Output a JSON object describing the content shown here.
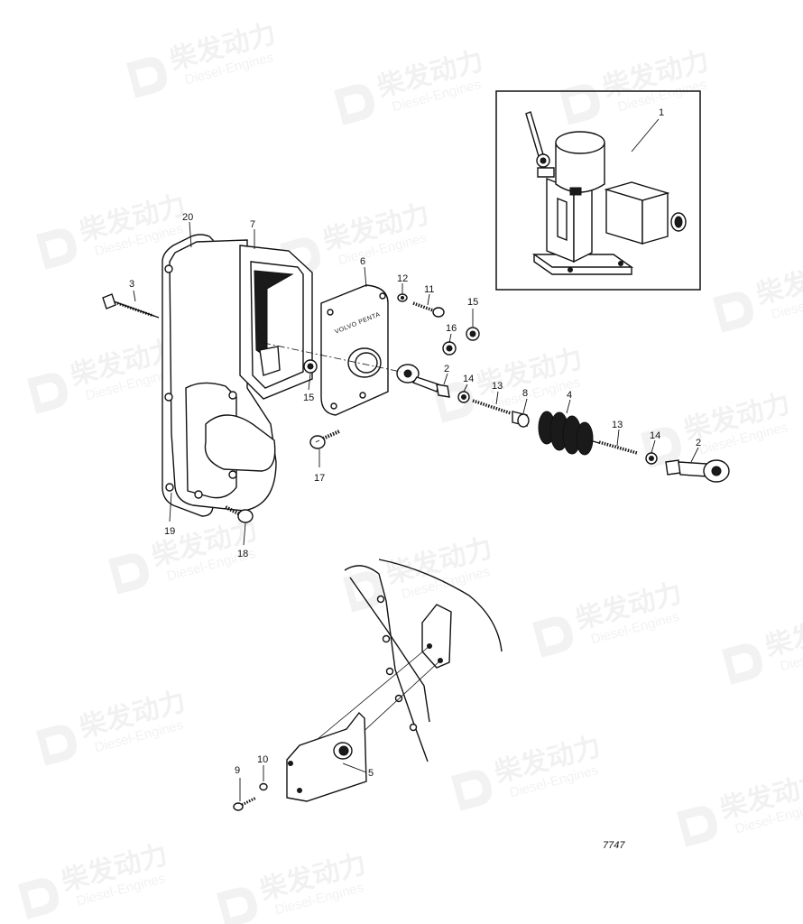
{
  "watermark": {
    "brand_cn": "柴发动力",
    "brand_en": "Diesel-Engines"
  },
  "diagram": {
    "drawing_number": "7747",
    "housing_text": "VOLVO PENTA",
    "callouts": {
      "c1": "1",
      "c2a": "2",
      "c2b": "2",
      "c3": "3",
      "c4": "4",
      "c5": "5",
      "c6": "6",
      "c7": "7",
      "c8": "8",
      "c9": "9",
      "c10": "10",
      "c11": "11",
      "c12": "12",
      "c13a": "13",
      "c13b": "13",
      "c14a": "14",
      "c14b": "14",
      "c15a": "15",
      "c15b": "15",
      "c16": "16",
      "c17": "17",
      "c18": "18",
      "c19": "19",
      "c20": "20"
    }
  }
}
